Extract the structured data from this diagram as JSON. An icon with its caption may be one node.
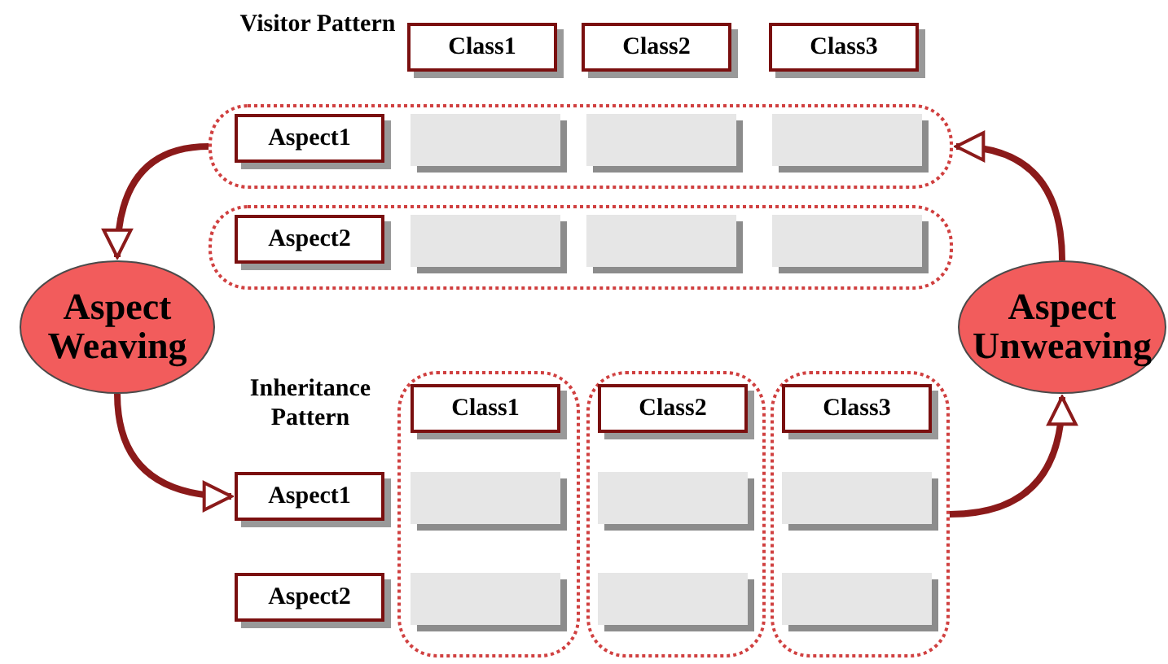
{
  "diagram": {
    "nodes": [
      {
        "text": [
          "Class1"
        ]
      },
      {
        "text": [
          "Class2"
        ]
      },
      {
        "text": [
          "Class3"
        ]
      },
      {
        "text": [],
        "shape": "box"
      },
      {
        "text": [
          "Aspect1"
        ],
        "in": 3
      },
      {
        "text": [],
        "shape": "box",
        "in": 3
      },
      {
        "text": [],
        "shape": "box",
        "in": 3
      },
      {
        "text": [],
        "shape": "box",
        "in": 3
      },
      {
        "text": [],
        "shape": "box"
      },
      {
        "text": [
          "Aspect2"
        ],
        "in": 8
      },
      {
        "text": [],
        "shape": "box",
        "in": 8
      },
      {
        "text": [],
        "shape": "box",
        "in": 8
      },
      {
        "text": [],
        "shape": "box",
        "in": 8
      },
      {
        "text": [
          "Aspect Weaving"
        ]
      },
      {
        "text": [
          "Aspect Unweaving"
        ]
      },
      {
        "text": [],
        "shape": "box"
      },
      {
        "text": [
          "Class1"
        ],
        "in": 15
      },
      {
        "text": [],
        "shape": "box"
      },
      {
        "text": [
          "Class2"
        ],
        "in": 17
      },
      {
        "text": [],
        "shape": "box"
      },
      {
        "text": [
          "Class3"
        ],
        "in": 19
      },
      {
        "text": [
          "Aspect1"
        ]
      },
      {
        "text": [],
        "shape": "box",
        "in": 15
      },
      {
        "text": [],
        "shape": "box",
        "in": 17
      },
      {
        "text": [],
        "shape": "box",
        "in": 19
      },
      {
        "text": [
          "Aspect2"
        ]
      },
      {
        "text": [],
        "shape": "box",
        "in": 15
      },
      {
        "text": [],
        "shape": "box",
        "in": 17
      },
      {
        "text": [],
        "shape": "box",
        "in": 19
      }
    ],
    "edges": [
      {
        "from": 3,
        "to": 13,
        "arrow": "to"
      },
      {
        "from": 13,
        "to": 21,
        "arrow": "to"
      },
      {
        "from": 19,
        "to": 14,
        "arrow": "to"
      },
      {
        "from": 14,
        "to": 3,
        "arrow": "to"
      }
    ],
    "labels": [
      "Visitor Pattern",
      "Inheritance Pattern"
    ]
  }
}
